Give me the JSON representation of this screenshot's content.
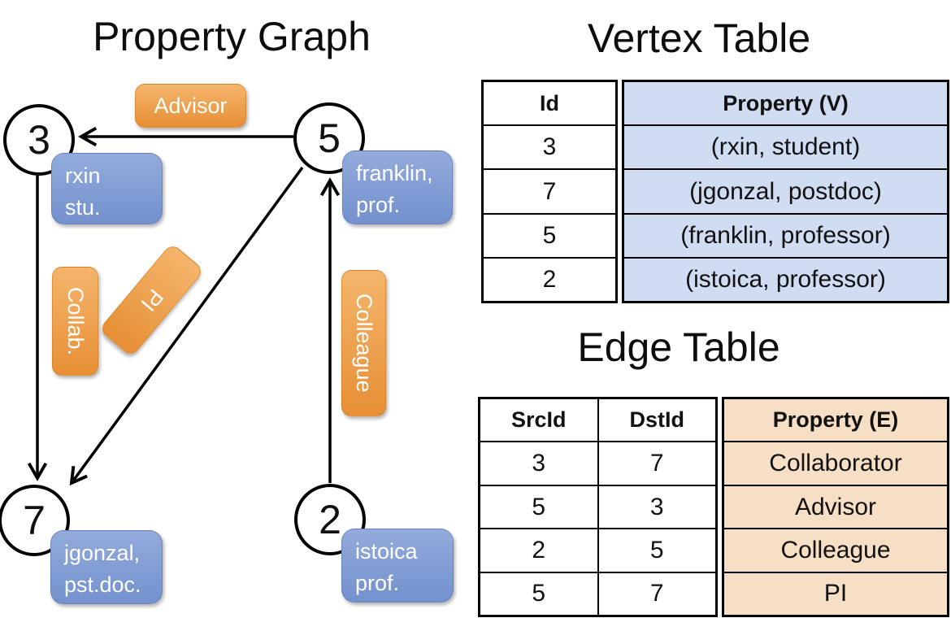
{
  "colors": {
    "orange-light": "#f4b56b",
    "orange-dark": "#e78f35",
    "blue-light": "#93abdc",
    "blue-dark": "#7391ce",
    "table-blue": "#cfdcf1",
    "table-tan": "#f6dfc5",
    "edge-line": "#000000"
  },
  "graph": {
    "title": "Property Graph",
    "nodes": [
      {
        "id": "3"
      },
      {
        "id": "5"
      },
      {
        "id": "7"
      },
      {
        "id": "2"
      }
    ],
    "vertex_props": [
      {
        "line1": "rxin",
        "line2": "stu."
      },
      {
        "line1": "franklin,",
        "line2": "prof."
      },
      {
        "line1": "jgonzal,",
        "line2": "pst.doc."
      },
      {
        "line1": "istoica",
        "line2": "prof."
      }
    ],
    "edge_labels": {
      "advisor": "Advisor",
      "collab": "Collab.",
      "pi": "PI",
      "colleague": "Colleague"
    }
  },
  "vertex_table": {
    "title": "Vertex Table",
    "columns": {
      "id": "Id",
      "property": "Property (V)"
    },
    "rows": [
      {
        "id": "3",
        "property": "(rxin, student)"
      },
      {
        "id": "7",
        "property": "(jgonzal, postdoc)"
      },
      {
        "id": "5",
        "property": "(franklin, professor)"
      },
      {
        "id": "2",
        "property": "(istoica, professor)"
      }
    ]
  },
  "edge_table": {
    "title": "Edge Table",
    "columns": {
      "src": "SrcId",
      "dst": "DstId",
      "property": "Property (E)"
    },
    "rows": [
      {
        "src": "3",
        "dst": "7",
        "property": "Collaborator"
      },
      {
        "src": "5",
        "dst": "3",
        "property": "Advisor"
      },
      {
        "src": "2",
        "dst": "5",
        "property": "Colleague"
      },
      {
        "src": "5",
        "dst": "7",
        "property": "PI"
      }
    ]
  }
}
